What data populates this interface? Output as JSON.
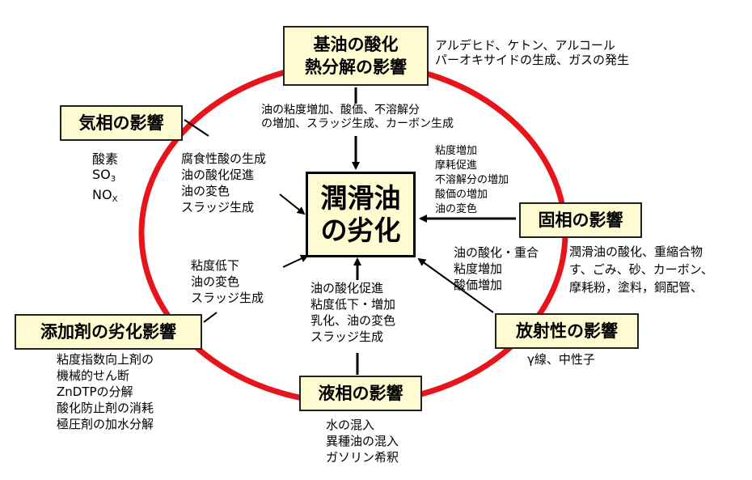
{
  "center": {
    "line1": "潤滑油",
    "line2": "の劣化"
  },
  "oxidation": {
    "title1": "基油の酸化",
    "title2": "熱分解の影響",
    "products": [
      "アルデヒド、ケトン、アルコール",
      "パーオキサイドの生成、ガスの発生"
    ],
    "effects": [
      "油の粘度増加、酸価、不溶解分",
      "の増加、スラッジ生成、カーボン生成"
    ]
  },
  "gas": {
    "title": "気相の影響",
    "oxygen": "酸素",
    "so_main": "SO",
    "so_sub": "3",
    "no_main": "NO",
    "no_sub": "X",
    "effects": [
      "腐食性酸の生成",
      "油の酸化促進",
      "油の変色",
      "スラッジ生成"
    ]
  },
  "solid": {
    "title": "固相の影響",
    "effects": [
      "粘度増加",
      "摩耗促進",
      "不溶解分の増加",
      "酸価の増加",
      "油の変色"
    ],
    "sources": [
      "潤滑油の酸化、重縮合物",
      "す、ごみ、砂、カーボン、",
      "摩耗粉，塗料，銅配管、"
    ]
  },
  "radiation": {
    "title": "放射性の影響",
    "sources": "γ線、中性子",
    "effects": [
      "油の酸化・重合",
      "粘度増加",
      "酸価増加"
    ]
  },
  "liquid": {
    "title": "液相の影響",
    "effects": [
      "油の酸化促進",
      "粘度低下・増加",
      "乳化、油の変色",
      "スラッジ生成"
    ],
    "sources": [
      "水の混入",
      "異種油の混入",
      "ガソリン希釈"
    ]
  },
  "additive": {
    "title": "添加剤の劣化影響",
    "effects": [
      "粘度低下",
      "油の変色",
      "スラッジ生成"
    ],
    "sources": [
      "粘度指数向上剤の",
      "機械的せん断",
      "ZnDTPの分解",
      "酸化防止剤の消耗",
      "極圧剤の加水分解"
    ]
  },
  "colors": {
    "ring": "#e8141b",
    "box_fill": "#fdfbcf",
    "border": "#222222"
  }
}
